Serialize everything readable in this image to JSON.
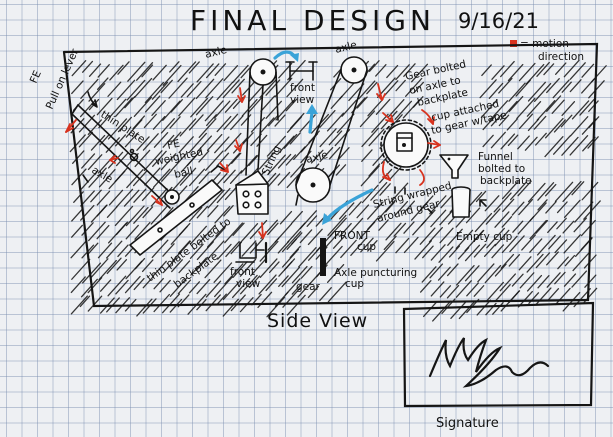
{
  "header": {
    "title": "FINAL DESIGN",
    "date": "9/16/21"
  },
  "legend": {
    "motion": "= motion",
    "direction": "direction",
    "color": "#d8321e"
  },
  "labels": {
    "fe_pull_on_lever_1": "FE",
    "fe_pull_on_lever_2": "Pull on lever",
    "thin_plate": "thin plate",
    "axle_left": "axle",
    "fe_weighted_ball_1": "FE",
    "fe_weighted_ball_2": "weighted",
    "fe_weighted_ball_3": "ball",
    "thin_plate_bolted_1": "thin plate bolted to",
    "thin_plate_bolted_2": "backplate",
    "front_view_left_1": "front",
    "front_view_left_2": "view",
    "axle_top_left": "axle",
    "front_view_top_1": "front",
    "front_view_top_2": "view",
    "axle_top_right": "axle",
    "string": "String",
    "axle_middle": "axle",
    "front_cup_1": "FRONT",
    "front_cup_2": "cup",
    "gear_bottom": "gear",
    "axle_puncturing_1": "Axle puncturing",
    "axle_puncturing_2": "cup",
    "gear_bolted_1": "Gear bolted",
    "gear_bolted_2": "on axle to",
    "gear_bolted_3": "backplate",
    "cup_attached_1": "cup attached",
    "cup_attached_2": "to gear w/tape",
    "funnel_1": "Funnel",
    "funnel_2": "bolted to",
    "funnel_3": "backplate",
    "string_wrapped_1": "String wrapped",
    "string_wrapped_2": "around gear",
    "empty_cup": "Empty cup"
  },
  "side_view": {
    "label": "Side View"
  },
  "signature": {
    "label": "Signature"
  },
  "colors": {
    "ink": "#151515",
    "motion_arrows": "#d8321e",
    "string_arrows": "#3aa3d8",
    "grid": "#7f8fae"
  }
}
